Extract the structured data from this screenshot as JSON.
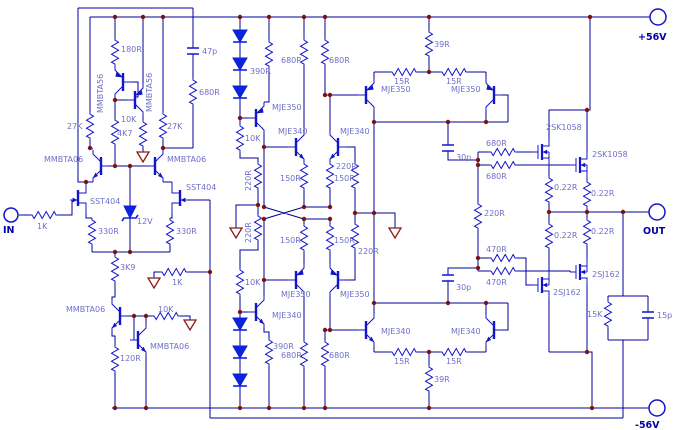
{
  "colors": {
    "wire": "#00009b",
    "symbol": "#1414c8",
    "diode": "#0d22dd",
    "label": "#6f6fc9",
    "dot": "#7a1414",
    "ground": "#8b1a1a",
    "terminal_text": "#0000a6"
  },
  "terminals": {
    "input": "IN",
    "output": "OUT",
    "v_plus": "+56V",
    "v_minus": "-56V"
  },
  "parts": {
    "r_180r": "180R",
    "q1": "MMBTA56",
    "q2": "MMBTA56",
    "c_47p": "47p",
    "r_680r_cm": "680R",
    "r_27k_l": "27K",
    "r_10k_bias": "10K",
    "r_4k7": "4K7",
    "r_27k_r": "27K",
    "q3": "MMBTA06",
    "q4": "MMBTA06",
    "j1": "SST404",
    "j2": "SST404",
    "r_1k_in": "1K",
    "r_330r_l": "330R",
    "r_330r_r": "330R",
    "d_zener": "12V",
    "r_3k9": "3K9",
    "r_1k_fb": "1K",
    "r_10k_mir": "10K",
    "q5": "MMBTA06",
    "q6": "MMBTA06",
    "r_120r": "120R",
    "r_10k_up": "10K",
    "r_220r_ch1": "220R",
    "r_220r_ch2": "220R",
    "r_10k_lo": "10K",
    "r_390r_t": "390R",
    "r_680r_t1": "680R",
    "r_680r_t2": "680R",
    "r_390r_b": "390R",
    "r_680r_b1": "680R",
    "r_680r_b2": "680R",
    "q7": "MJE350",
    "q8": "MJE340",
    "q9": "MJE340",
    "q10": "MJE350",
    "q11": "MJE350",
    "q12": "MJE340",
    "r_150r_ul": "150R",
    "r_150r_ur": "150R",
    "r_220r_u": "220R",
    "r_150r_ll": "150R",
    "r_150r_lr": "150R",
    "r_220r_l": "220R",
    "q13": "MJE350",
    "q14": "MJE350",
    "q15": "MJE340",
    "q16": "MJE340",
    "r_39r_t": "39R",
    "r_15r_tl": "15R",
    "r_15r_tr": "15R",
    "r_39r_b": "39R",
    "r_15r_bl": "15R",
    "r_15r_br": "15R",
    "c_30p_u": "30p",
    "c_30p_l": "30p",
    "r_220r_bias": "220R",
    "r_680r_g1": "680R",
    "r_680r_g2": "680R",
    "r_470r_g1": "470R",
    "r_470r_g2": "470R",
    "m1": "2SK1058",
    "m2": "2SK1058",
    "m3": "2SJ162",
    "m4": "2SJ162",
    "r_022_1": "0.22R",
    "r_022_2": "0.22R",
    "r_022_3": "0.22R",
    "r_022_4": "0.22R",
    "r_15k": "15K",
    "c_15p": "15p"
  }
}
